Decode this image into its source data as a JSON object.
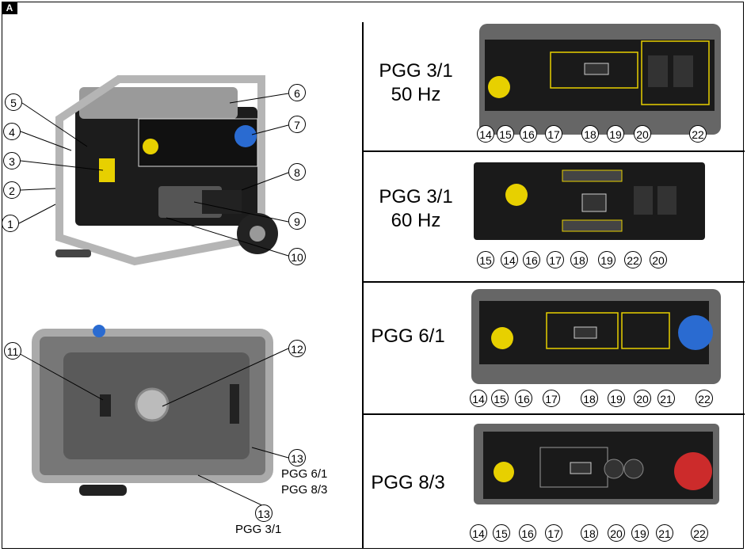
{
  "figure_label": "A",
  "left_top_callouts": [
    "1",
    "2",
    "3",
    "4",
    "5",
    "6",
    "7",
    "8",
    "9",
    "10"
  ],
  "left_bottom_callouts": [
    "11",
    "12",
    "13",
    "13"
  ],
  "left_bottom_notes": {
    "note_a_line1": "PGG 6/1",
    "note_a_line2": "PGG 8/3",
    "note_b": "PGG 3/1"
  },
  "panels": [
    {
      "model_line1": "PGG 3/1",
      "model_line2": "50 Hz",
      "callouts": [
        "14",
        "15",
        "16",
        "17",
        "18",
        "19",
        "20",
        "22"
      ]
    },
    {
      "model_line1": "PGG 3/1",
      "model_line2": "60 Hz",
      "callouts": [
        "15",
        "14",
        "16",
        "17",
        "18",
        "19",
        "22",
        "20"
      ]
    },
    {
      "model_line1": "PGG 6/1",
      "model_line2": "",
      "callouts": [
        "14",
        "15",
        "16",
        "17",
        "18",
        "19",
        "20",
        "21",
        "22"
      ]
    },
    {
      "model_line1": "PGG 8/3",
      "model_line2": "",
      "callouts": [
        "14",
        "15",
        "16",
        "17",
        "18",
        "20",
        "19",
        "21",
        "22"
      ]
    }
  ]
}
